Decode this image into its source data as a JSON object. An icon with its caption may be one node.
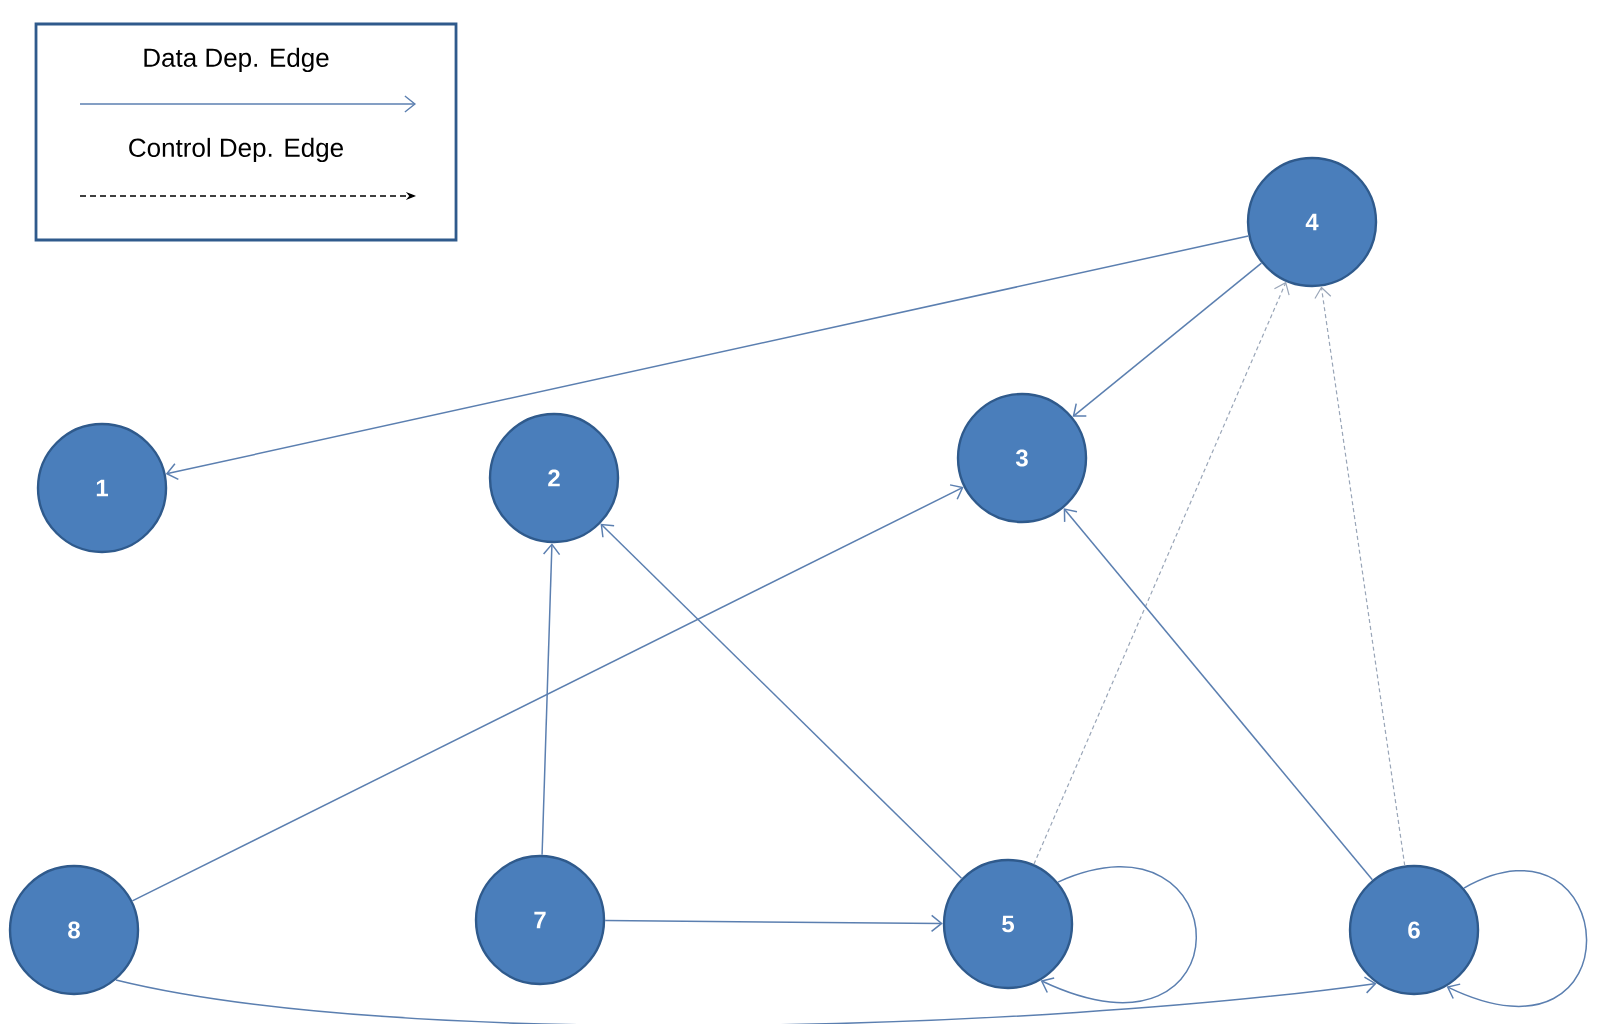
{
  "diagram": {
    "nodes": [
      {
        "text": [
          "1"
        ]
      },
      {
        "text": [
          "2"
        ]
      },
      {
        "text": [
          "3"
        ]
      },
      {
        "text": [
          "4"
        ]
      },
      {
        "text": [
          "5"
        ]
      },
      {
        "text": [
          "6"
        ]
      },
      {
        "text": [
          "7"
        ]
      },
      {
        "text": [
          "8"
        ]
      }
    ],
    "edges": [
      {
        "from": 3,
        "to": 0,
        "arrow": "to"
      },
      {
        "from": 3,
        "to": 2,
        "arrow": "to"
      },
      {
        "from": 4,
        "to": 3,
        "arrow": "to",
        "style": "dashed",
        "color": "#9aa6b8"
      },
      {
        "from": 5,
        "to": 3,
        "arrow": "to",
        "style": "dashed",
        "color": "#9aa6b8"
      },
      {
        "from": 6,
        "to": 1,
        "arrow": "to"
      },
      {
        "from": 4,
        "to": 1,
        "arrow": "to"
      },
      {
        "from": 7,
        "to": 2,
        "arrow": "to"
      },
      {
        "from": 5,
        "to": 2,
        "arrow": "to"
      },
      {
        "from": 6,
        "to": 4,
        "arrow": "to"
      },
      {
        "from": 4,
        "to": 4,
        "arrow": "to"
      },
      {
        "from": 5,
        "to": 5,
        "arrow": "to"
      },
      {
        "from": 7,
        "to": 5,
        "arrow": "to"
      }
    ],
    "legend": [
      {
        "text": "Data Dep. Edge"
      },
      {
        "text": "Control Dep. Edge"
      }
    ]
  }
}
